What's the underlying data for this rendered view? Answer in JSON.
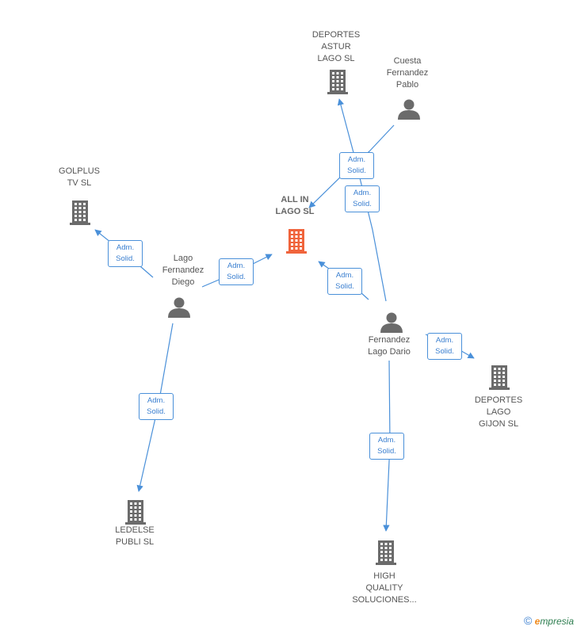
{
  "colors": {
    "edge": "#4a90d9",
    "node": "#6b6b6b",
    "center": "#f0643c"
  },
  "nodes": {
    "all_in_lago": {
      "name": "ALL IN\nLAGO SL",
      "type": "company",
      "highlight": true
    },
    "deportes_astur": {
      "name": "DEPORTES\nASTUR\nLAGO SL",
      "type": "company"
    },
    "cuesta": {
      "name": "Cuesta\nFernandez\nPablo",
      "type": "person"
    },
    "golplus": {
      "name": "GOLPLUS\nTV SL",
      "type": "company"
    },
    "lago_diego": {
      "name": "Lago\nFernandez\nDiego",
      "type": "person"
    },
    "fernandez_dario": {
      "name": "Fernandez\nLago Dario",
      "type": "person"
    },
    "deportes_gijon": {
      "name": "DEPORTES\nLAGO\nGIJON SL",
      "type": "company"
    },
    "ledelse": {
      "name": "LEDELSE\nPUBLI SL",
      "type": "company"
    },
    "high_quality": {
      "name": "HIGH\nQUALITY\nSOLUCIONES...",
      "type": "company"
    }
  },
  "edges": [
    {
      "from": "cuesta",
      "to": "all_in_lago",
      "label": "Adm.\nSolid."
    },
    {
      "from": "fernandez_dario",
      "to": "deportes_astur",
      "label": "Adm.\nSolid."
    },
    {
      "from": "fernandez_dario",
      "to": "all_in_lago",
      "label": "Adm.\nSolid."
    },
    {
      "from": "lago_diego",
      "to": "golplus",
      "label": "Adm.\nSolid."
    },
    {
      "from": "lago_diego",
      "to": "all_in_lago",
      "label": "Adm.\nSolid."
    },
    {
      "from": "lago_diego",
      "to": "ledelse",
      "label": "Adm.\nSolid."
    },
    {
      "from": "fernandez_dario",
      "to": "deportes_gijon",
      "label": "Adm.\nSolid."
    },
    {
      "from": "fernandez_dario",
      "to": "high_quality",
      "label": "Adm.\nSolid."
    }
  ],
  "footer": {
    "copyright": "©",
    "brand_e": "e",
    "brand_rest": "mpresia"
  }
}
